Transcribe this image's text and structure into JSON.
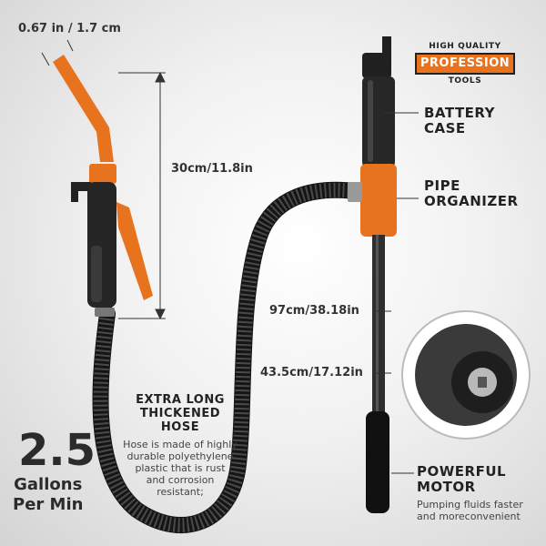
{
  "dimensions": {
    "nozzle": "0.67 in / 1.7 cm",
    "height": "30cm/11.8in",
    "hose_length": "97cm/38.18in",
    "tube_length": "43.5cm/17.12in"
  },
  "badge": {
    "top": "HIGH QUALITY",
    "main": "PROFESSION",
    "bottom": "TOOLS"
  },
  "labels": {
    "battery": [
      "BATTERY",
      "CASE"
    ],
    "pipe": [
      "PIPE",
      "ORGANIZER"
    ],
    "hose_title": [
      "EXTRA LONG",
      "THICKENED",
      "HOSE"
    ],
    "hose_desc": [
      "Hose is made of highly",
      "durable polyethylene",
      "plastic that is rust",
      "and corrosion",
      "resistant;"
    ],
    "motor_title": [
      "POWERFUL",
      "MOTOR"
    ],
    "motor_desc": [
      "Pumping fluids faster",
      "and moreconvenient"
    ]
  },
  "flow": {
    "value": "2.5",
    "unit": [
      "Gallons",
      "Per Min"
    ]
  },
  "colors": {
    "accent": "#e8731f",
    "body": "#222222",
    "text": "#2a2a2a"
  }
}
